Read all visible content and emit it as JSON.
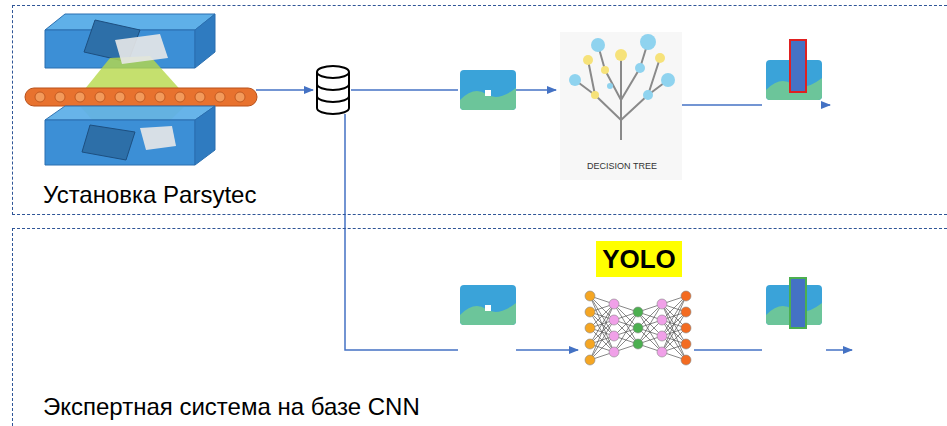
{
  "diagram": {
    "nodes": [
      {
        "text": [
          "Установка Parsytec"
        ]
      },
      {
        "text": [
          "DECISION TREE"
        ],
        "in": 0
      },
      {
        "text": [
          "Экспертная система на базе CNN"
        ]
      },
      {
        "text": [
          "YOLO"
        ],
        "in": 2
      }
    ]
  }
}
